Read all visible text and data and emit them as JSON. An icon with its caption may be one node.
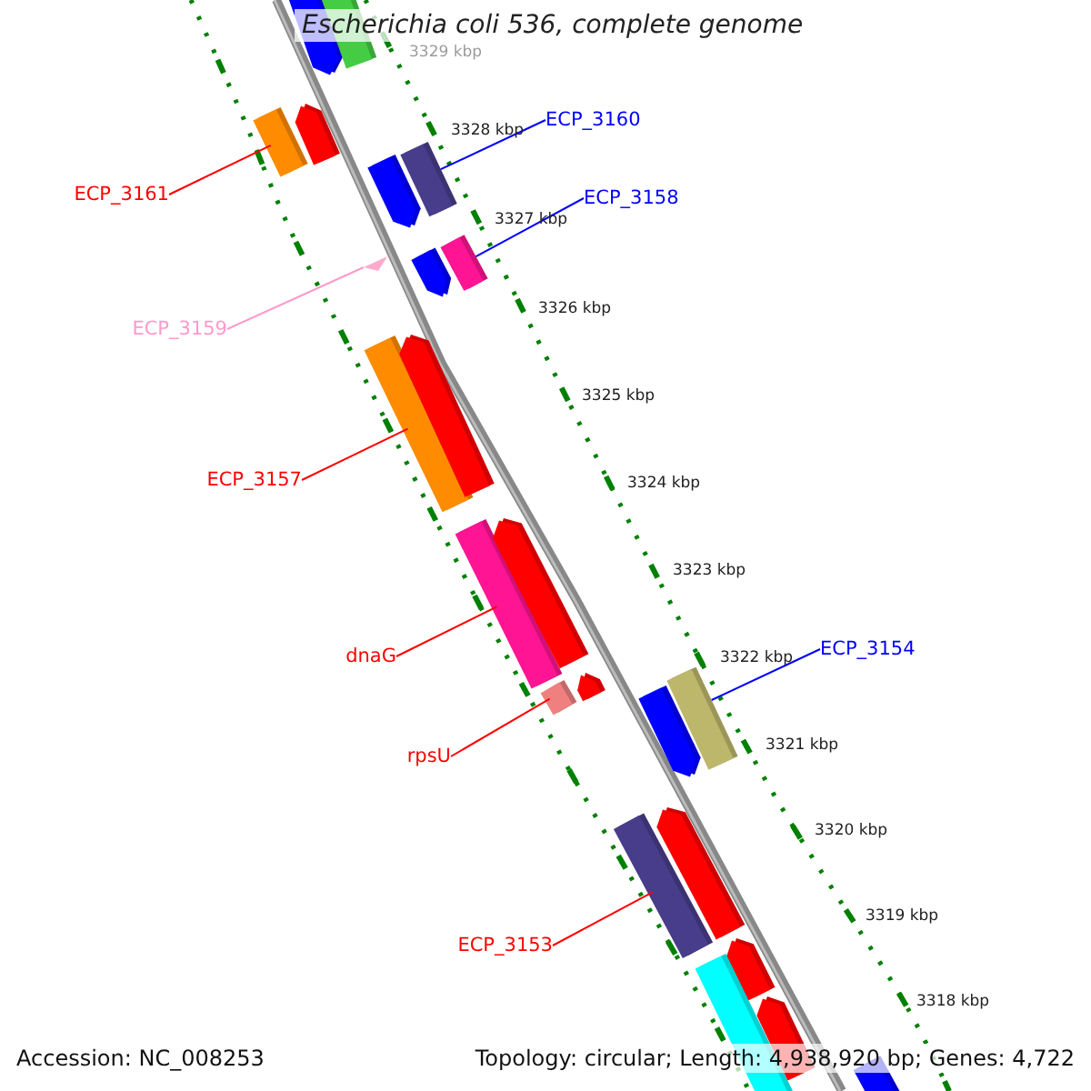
{
  "diagram": {
    "title": "Escherichia coli 536, complete genome",
    "nodes": [
      {
        "text": [
          "ECP_3160"
        ]
      },
      {
        "text": [
          "ECP_3161"
        ]
      },
      {
        "text": [
          "ECP_3158"
        ]
      },
      {
        "text": [
          "ECP_3159"
        ]
      },
      {
        "text": [
          "ECP_3157"
        ]
      },
      {
        "text": [
          "ECP_3154"
        ]
      },
      {
        "text": [
          "dnaG"
        ]
      },
      {
        "text": [
          "rpsU"
        ]
      },
      {
        "text": [
          "ECP_3153"
        ]
      },
      {
        "text": [],
        "shape": "bar"
      },
      {
        "text": [],
        "shape": "bar"
      },
      {
        "text": [],
        "shape": "bar"
      },
      {
        "text": [],
        "shape": "triangle"
      },
      {
        "text": [],
        "shape": "bar"
      },
      {
        "text": [],
        "shape": "bar"
      },
      {
        "text": [],
        "shape": "bar"
      },
      {
        "text": [],
        "shape": "bar"
      },
      {
        "text": [],
        "shape": "bar"
      }
    ],
    "edges": [
      {
        "from": 0,
        "to": 10,
        "arrow": "none",
        "color": "#0000ff"
      },
      {
        "from": 1,
        "to": 9,
        "arrow": "none"
      },
      {
        "from": 2,
        "to": 11,
        "arrow": "none",
        "color": "#0000ff"
      },
      {
        "from": 3,
        "to": 12,
        "arrow": "none",
        "color": "#ff99cc"
      },
      {
        "from": 4,
        "to": 13,
        "arrow": "none"
      },
      {
        "from": 5,
        "to": 16,
        "arrow": "none",
        "color": "#0000ff"
      },
      {
        "from": 6,
        "to": 14,
        "arrow": "none"
      },
      {
        "from": 7,
        "to": 15,
        "arrow": "none"
      },
      {
        "from": 8,
        "to": 17,
        "arrow": "none"
      }
    ],
    "labels": [
      "3329 kbp",
      "3328 kbp",
      "3327 kbp",
      "3326 kbp",
      "3325 kbp",
      "3324 kbp",
      "3323 kbp",
      "3322 kbp",
      "3321 kbp",
      "3320 kbp",
      "3319 kbp",
      "3318 kbp",
      "Accession: NC_008253",
      "Topology: circular; Length: 4,938,920 bp; Genes: 4,722"
    ]
  }
}
